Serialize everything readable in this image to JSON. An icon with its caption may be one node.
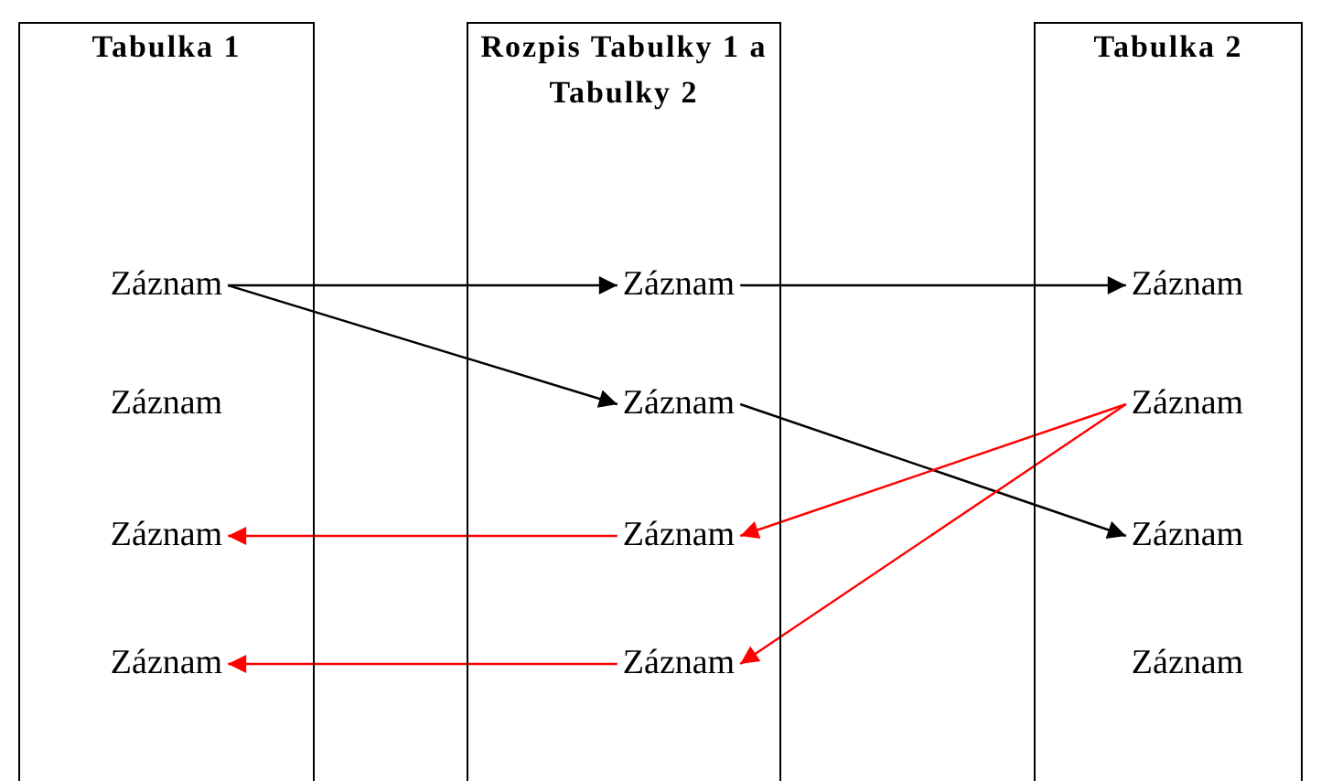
{
  "diagram": {
    "nodes": [
      {
        "text": [
          "Tabulka 1"
        ]
      },
      {
        "text": [
          "Záznam"
        ],
        "in": 0
      },
      {
        "text": [
          "Záznam"
        ],
        "in": 0
      },
      {
        "text": [
          "Záznam"
        ],
        "in": 0
      },
      {
        "text": [
          "Záznam"
        ],
        "in": 0
      },
      {
        "text": [
          "Rozpis Tabulky 1 a Tabulky 2"
        ]
      },
      {
        "text": [
          "Záznam"
        ],
        "in": 5
      },
      {
        "text": [
          "Záznam"
        ],
        "in": 5
      },
      {
        "text": [
          "Záznam"
        ],
        "in": 5
      },
      {
        "text": [
          "Záznam"
        ],
        "in": 5
      },
      {
        "text": [
          "Tabulka 2"
        ]
      },
      {
        "text": [
          "Záznam"
        ],
        "in": 10
      },
      {
        "text": [
          "Záznam"
        ],
        "in": 10
      },
      {
        "text": [
          "Záznam"
        ],
        "in": 10
      },
      {
        "text": [
          "Záznam"
        ],
        "in": 10
      }
    ],
    "edges": [
      {
        "from": 1,
        "to": 6,
        "arrow": "to"
      },
      {
        "from": 1,
        "to": 7,
        "arrow": "to"
      },
      {
        "from": 6,
        "to": 11,
        "arrow": "to"
      },
      {
        "from": 7,
        "to": 13,
        "arrow": "to"
      },
      {
        "from": 12,
        "to": 8,
        "arrow": "to",
        "color": "#ff0000"
      },
      {
        "from": 12,
        "to": 9,
        "arrow": "to",
        "color": "#ff0000"
      },
      {
        "from": 8,
        "to": 3,
        "arrow": "to",
        "color": "#ff0000"
      },
      {
        "from": 9,
        "to": 4,
        "arrow": "to",
        "color": "#ff0000"
      }
    ]
  }
}
